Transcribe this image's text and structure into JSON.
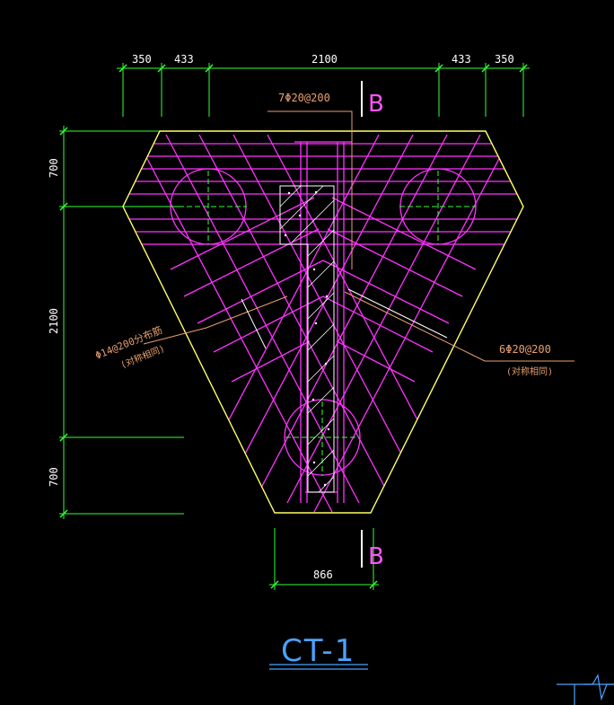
{
  "drawing": {
    "title": "CT-1",
    "top_dimensions": [
      "350",
      "433",
      "2100",
      "433",
      "350"
    ],
    "left_dimensions": [
      "700",
      "2100",
      "700"
    ],
    "bottom_dimension": "866",
    "section_mark_top": "B",
    "section_mark_bottom": "B",
    "notes": {
      "top_rebar": "7Φ20@200",
      "right_rebar": "6Φ20@200",
      "right_rebar_sub": "(对称相同)",
      "left_rebar": "Φ14@200分布筋",
      "left_rebar_sub": "(对称相同)"
    }
  },
  "colors": {
    "background": "#000000",
    "outline": "#ffff66",
    "rebar": "#ff33ff",
    "dimension": "#33ff33",
    "leader": "#e8a070",
    "title": "#4aa3ff"
  }
}
